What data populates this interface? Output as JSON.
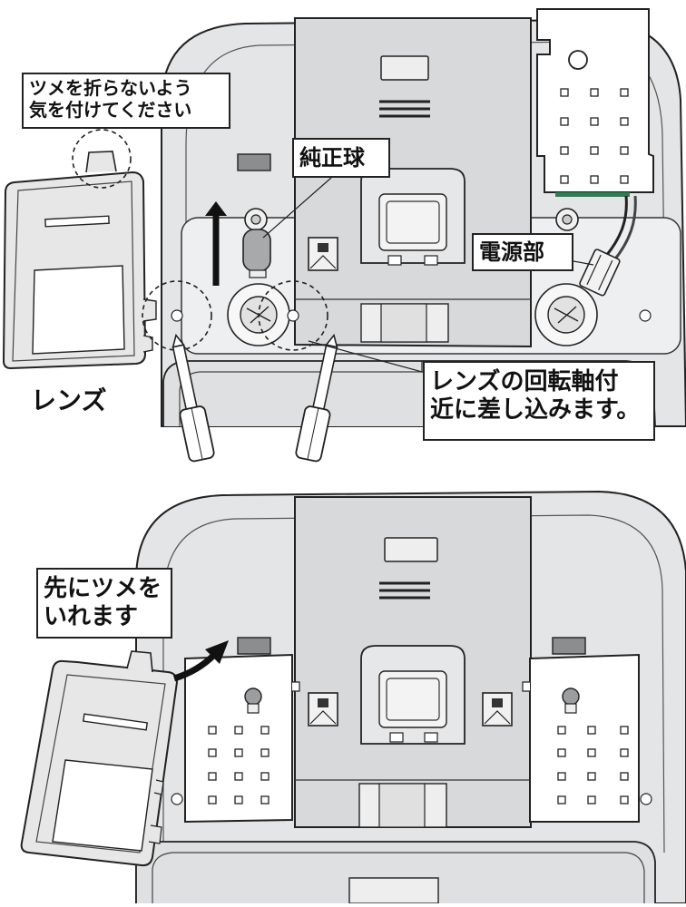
{
  "top_panel": {
    "tab_warning_label": [
      "ツメを折らないよう",
      "気を付けてください"
    ],
    "genuine_bulb_label": "純正球",
    "power_unit_label": "電源部",
    "lens_label": "レンズ",
    "insert_instruction_label": [
      "レンズの回転軸付",
      "近に差し込みます。"
    ]
  },
  "bottom_panel": {
    "tab_first_label": [
      "先にツメを",
      "いれます"
    ]
  },
  "colors": {
    "housing_fill": "#e4e5e6",
    "housing_stroke": "#222222",
    "green_strip": "#2e7d4f",
    "arrow": "#111111"
  }
}
